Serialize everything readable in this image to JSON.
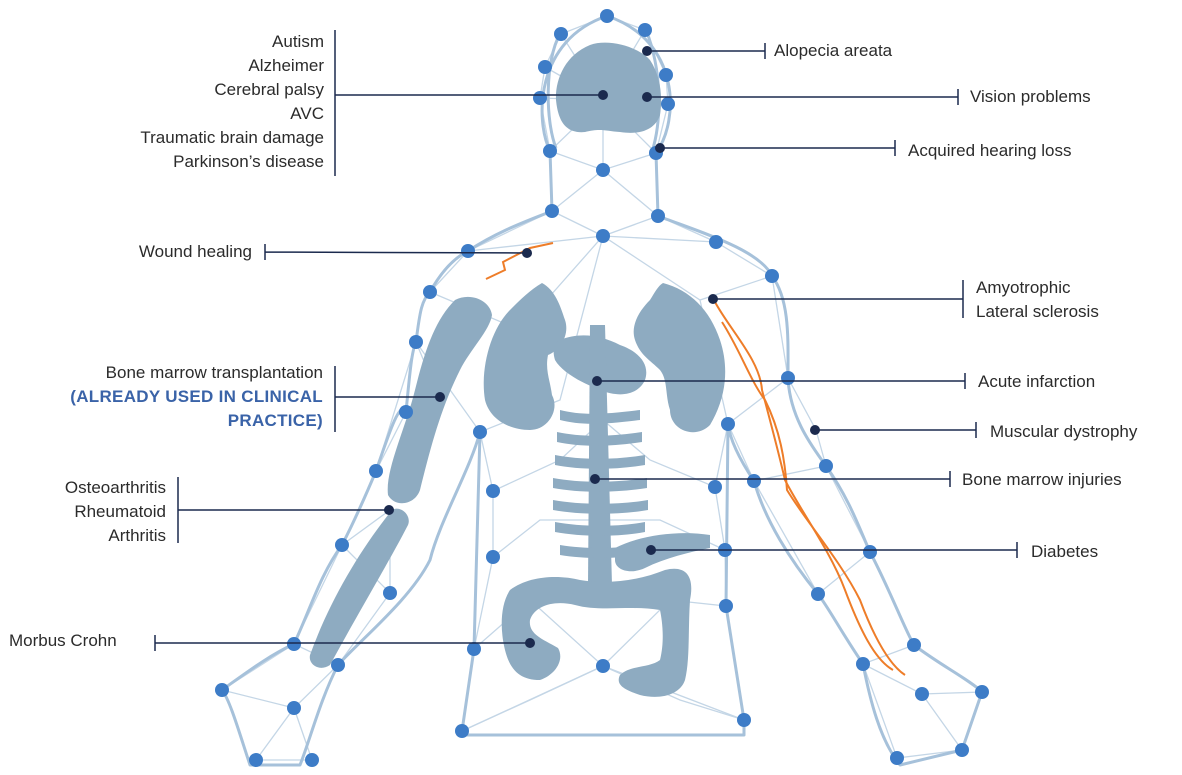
{
  "colors": {
    "organ": "#8eabc1",
    "outline": "#a6c1da",
    "node": "#3d7cc7",
    "dot": "#1b2a4e",
    "leader": "#1b2a4e",
    "nerve": "#ee7d29",
    "accent": "#3a63a8"
  },
  "left_labels": {
    "brain": [
      "Autism",
      "Alzheimer",
      "Cerebral palsy",
      "AVC",
      "Traumatic brain damage",
      "Parkinson’s disease"
    ],
    "wound": "Wound healing",
    "bone_marrow": "Bone marrow transplantation",
    "bone_marrow_note": "(ALREADY USED IN CLINICAL PRACTICE)",
    "joint": [
      "Osteoarthritis",
      "Rheumatoid",
      "Arthritis"
    ],
    "crohn": "Morbus Crohn"
  },
  "right_labels": {
    "alopecia": "Alopecia areata",
    "vision": "Vision problems",
    "hearing": "Acquired hearing loss",
    "als": [
      "Amyotrophic",
      "Lateral sclerosis"
    ],
    "infarction": "Acute infarction",
    "dystrophy": "Muscular dystrophy",
    "marrow_injuries": "Bone marrow injuries",
    "diabetes": "Diabetes"
  }
}
